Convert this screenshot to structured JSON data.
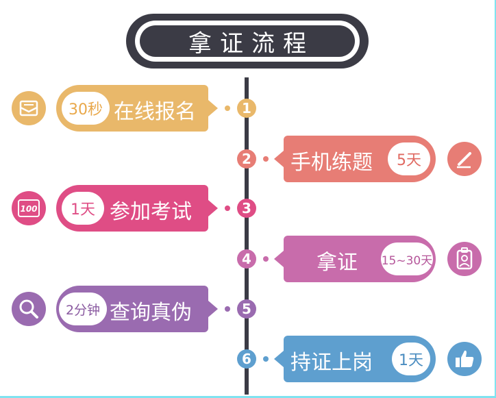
{
  "title": "拿证流程",
  "colors": {
    "dark": "#3b3b45",
    "orange": "#e9b86a",
    "salmon": "#e77d75",
    "pink": "#df4d85",
    "magenta": "#c86cab",
    "purple": "#9a6bb0",
    "blue": "#5e9fcf"
  },
  "steps": [
    {
      "num": "1",
      "label": "在线报名",
      "duration": "30秒",
      "icon": "envelope-icon"
    },
    {
      "num": "2",
      "label": "手机练题",
      "duration": "5天",
      "icon": "pencil-icon"
    },
    {
      "num": "3",
      "label": "参加考试",
      "duration": "1天",
      "icon": "score-100-icon"
    },
    {
      "num": "4",
      "label": "拿证",
      "duration": "15~30天",
      "icon": "id-badge-icon"
    },
    {
      "num": "5",
      "label": "查询真伪",
      "duration": "2分钟",
      "icon": "magnifier-icon"
    },
    {
      "num": "6",
      "label": "持证上岗",
      "duration": "1天",
      "icon": "thumbs-up-icon"
    }
  ]
}
